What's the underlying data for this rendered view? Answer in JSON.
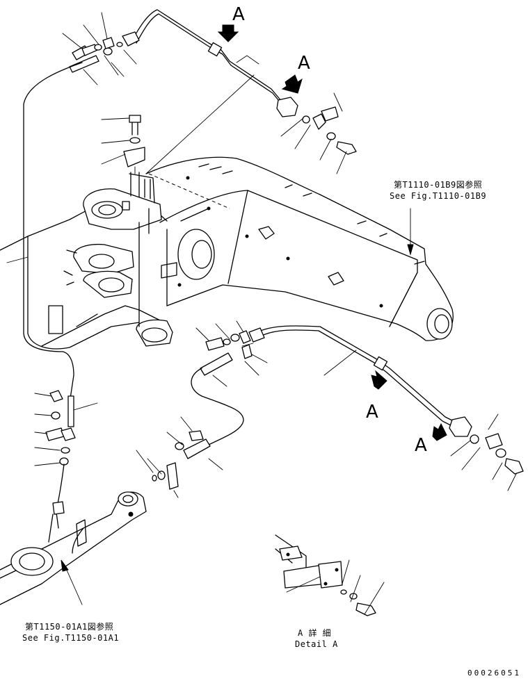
{
  "view_markers": [
    "A",
    "A",
    "A",
    "A"
  ],
  "references": {
    "boom": {
      "jp": "第T1110-01B9図参照",
      "en": "See Fig.T1110-01B9"
    },
    "cylinder": {
      "jp": "第T1150-01A1図参照",
      "en": "See Fig.T1150-01A1"
    }
  },
  "detail": {
    "jp": "A 詳 細",
    "en": "Detail A"
  },
  "drawing_code": "00026051"
}
